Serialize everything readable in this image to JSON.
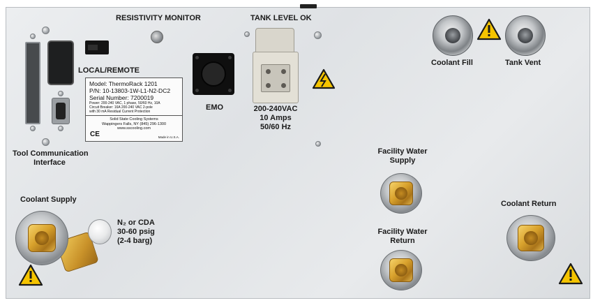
{
  "labels": {
    "resistivity_monitor": "RESISTIVITY MONITOR",
    "tank_level_ok": "TANK LEVEL OK",
    "local_remote": "LOCAL/REMOTE",
    "emo": "EMO",
    "power_rating": [
      "200-240VAC",
      "10 Amps",
      "50/60 Hz"
    ],
    "tool_comm": [
      "Tool Communication",
      "Interface"
    ],
    "coolant_fill": "Coolant Fill",
    "tank_vent": "Tank Vent",
    "facility_water_supply": [
      "Facility Water",
      "Supply"
    ],
    "facility_water_return": [
      "Facility Water",
      "Return"
    ],
    "coolant_supply": "Coolant Supply",
    "coolant_return": "Coolant Return",
    "n2_cda": [
      "N₂ or CDA",
      "30-60 psig",
      "(2-4 barg)"
    ]
  },
  "nameplate": {
    "model": "Model: ThermoRack 1201",
    "pn": "P/N: 10-13803-1W-L1-N2-DC2",
    "serial": "Serial Number: 7200019",
    "power": "Power: 200-240 VAC, 1 phase, 50/60 Hz, 10A",
    "breaker": "Circuit Breaker: 16A 200-240 VAC 2-pole",
    "breaker2": "with 30 mA Residual Current Protection",
    "company": "Solid State Cooling Systems",
    "address": "Wappingers Falls, NY (845) 296-1300",
    "web": "www.sscooling.com",
    "ce": "CE",
    "made": "Made in U.S.A."
  },
  "colors": {
    "panel": "#e3e6e9",
    "brass": "#d8a12c",
    "warning_yellow": "#f5c400",
    "connector_cream": "#e3e0d6"
  }
}
